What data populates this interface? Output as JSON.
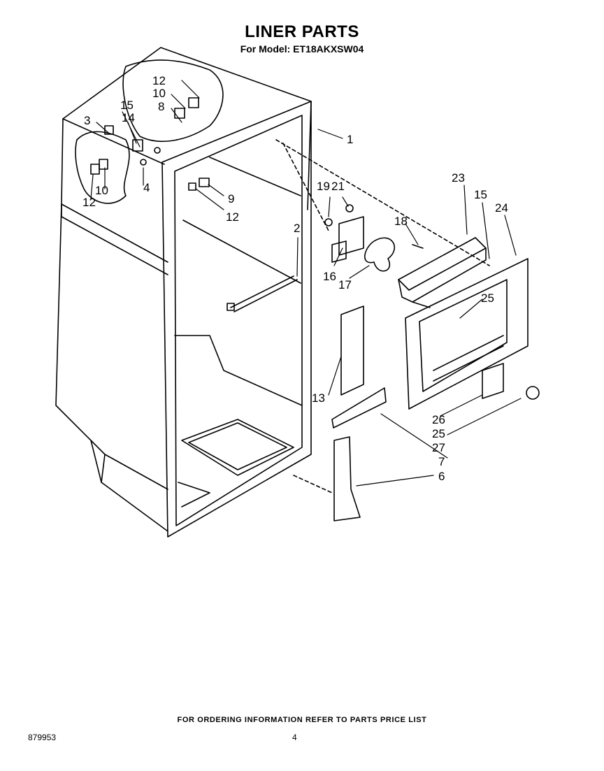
{
  "title": "LINER PARTS",
  "subtitle": "For Model: ET18AKXSW04",
  "footer_note": "FOR ORDERING INFORMATION REFER TO PARTS PRICE LIST",
  "doc_number": "879953",
  "page_number": "4",
  "callouts": [
    "1",
    "2",
    "3",
    "4",
    "6",
    "7",
    "8",
    "9",
    "10",
    "10",
    "12",
    "12",
    "12",
    "13",
    "14",
    "15",
    "15",
    "16",
    "17",
    "18",
    "19",
    "21",
    "23",
    "24",
    "25",
    "25",
    "26",
    "27"
  ],
  "colors": {
    "ink": "#000000",
    "paper": "#ffffff"
  }
}
